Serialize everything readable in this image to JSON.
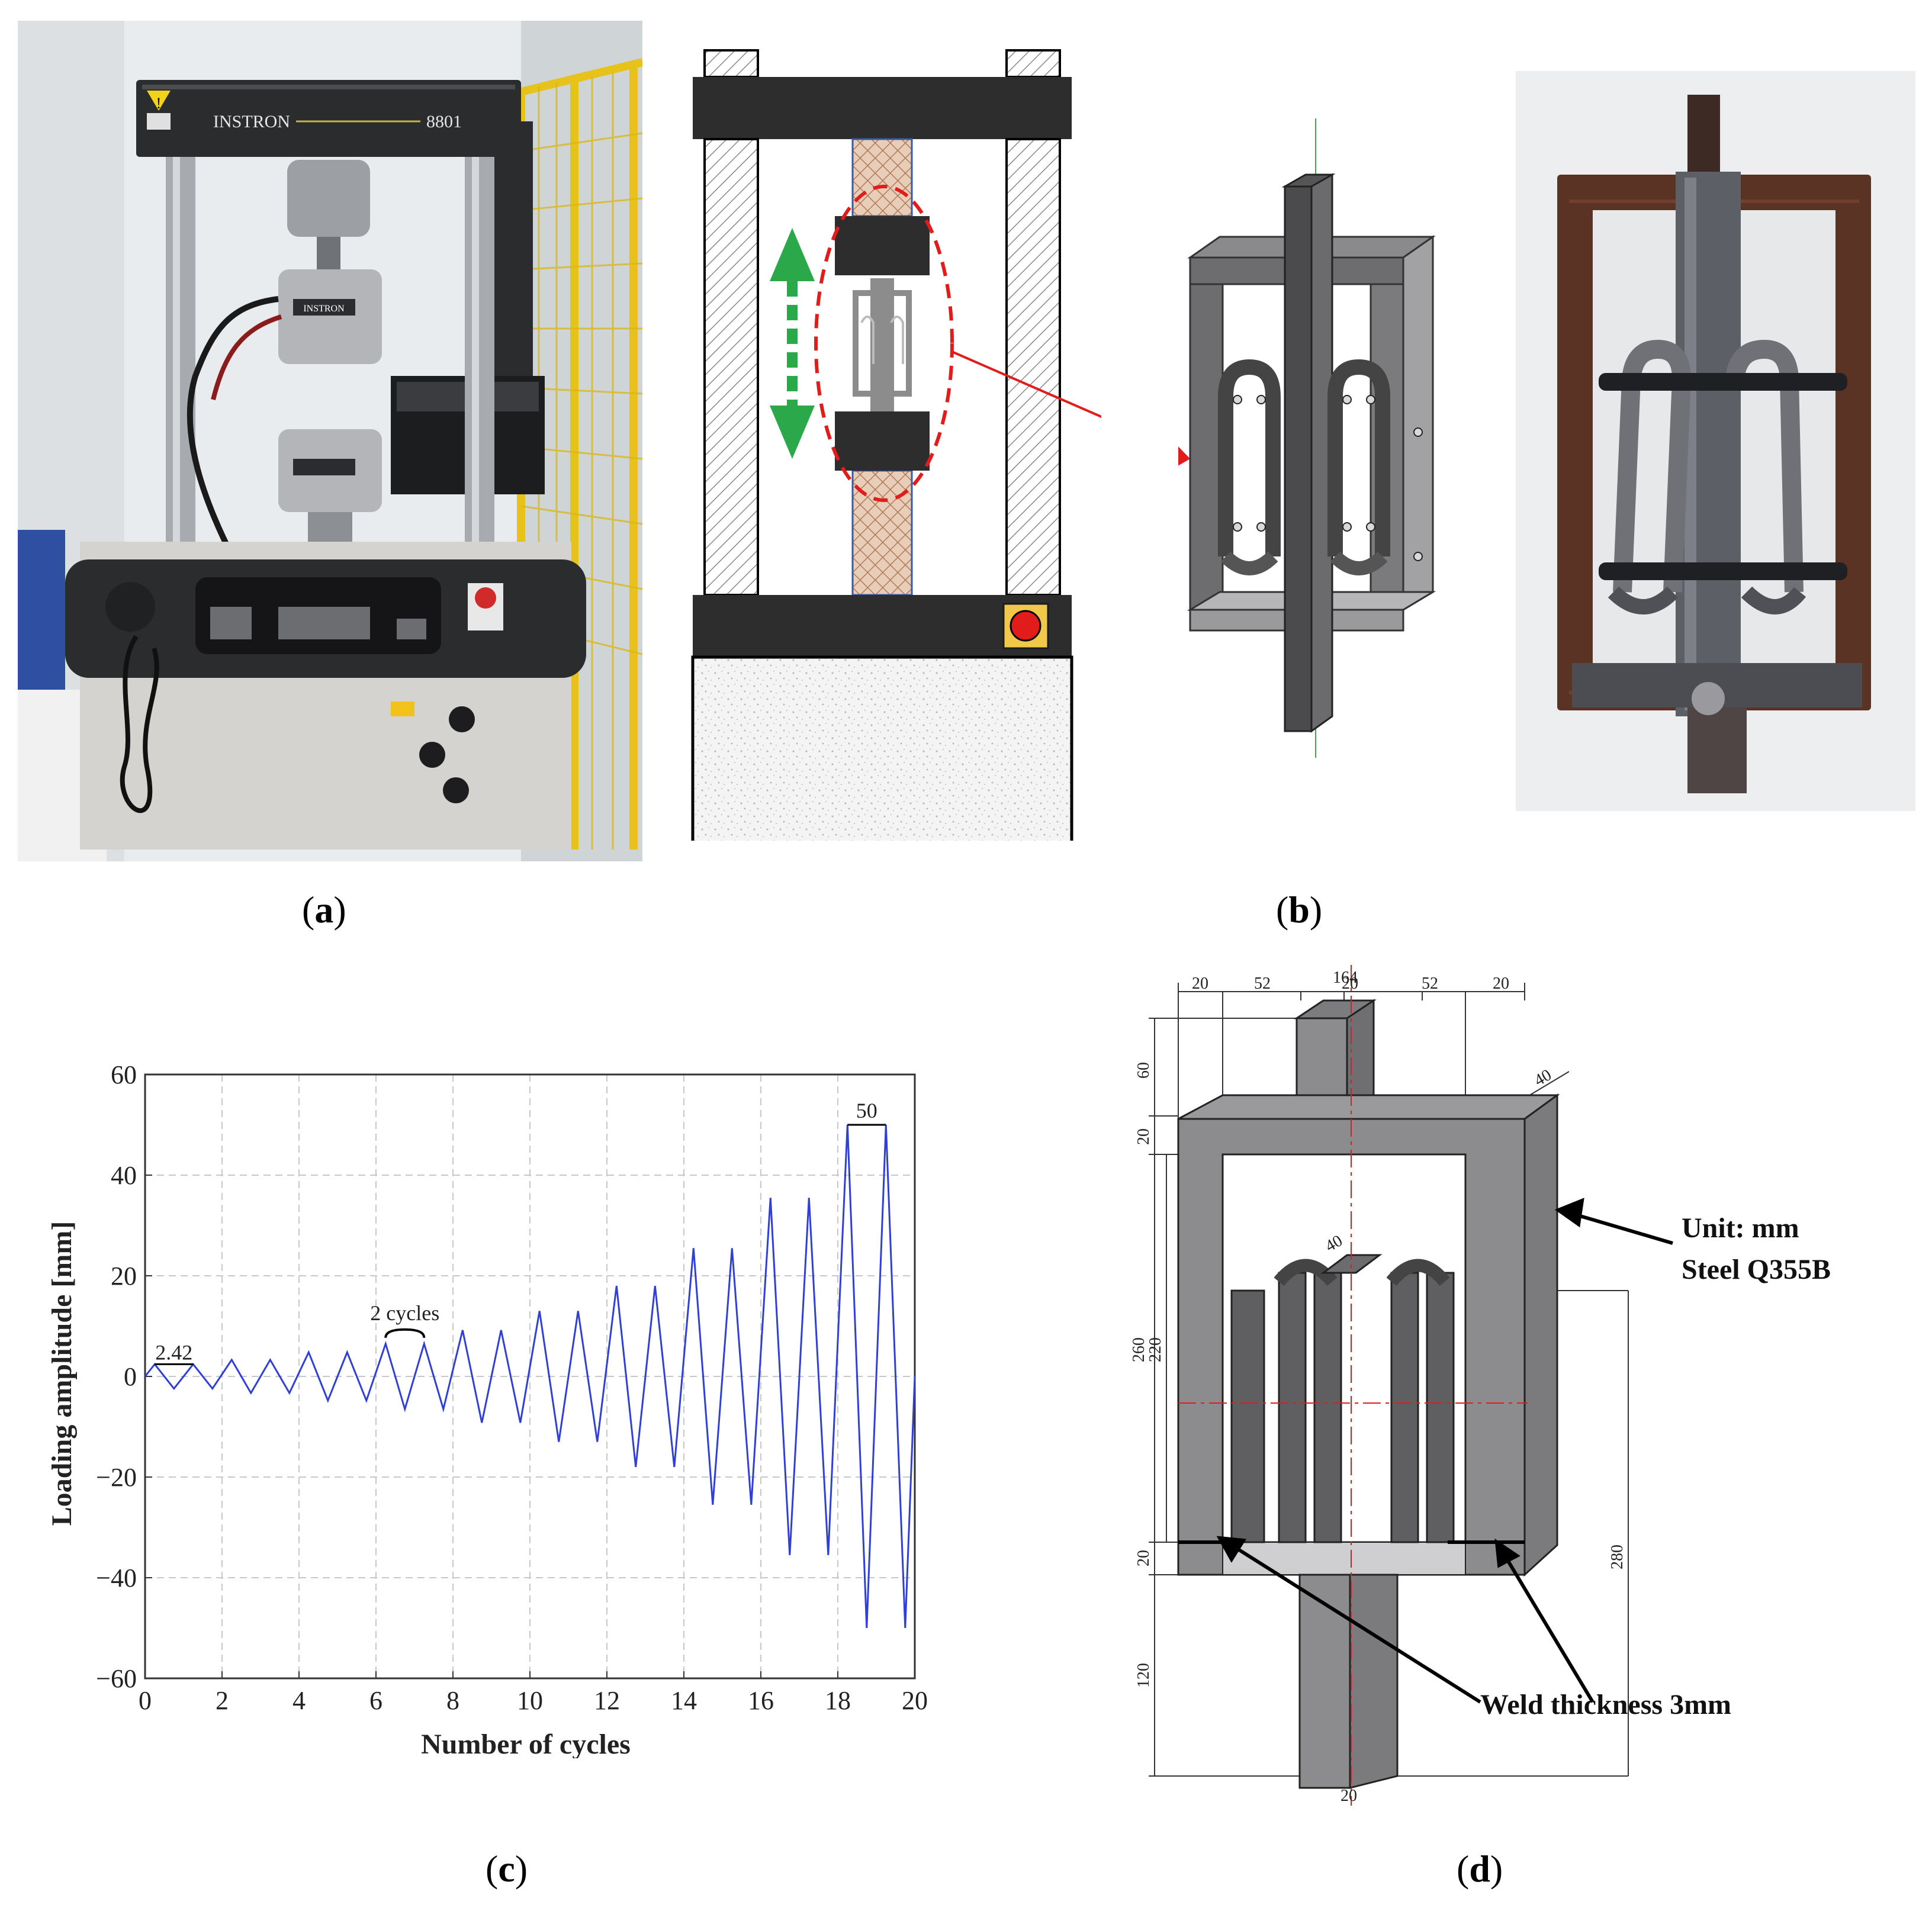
{
  "captions": {
    "a": "a",
    "b": "b",
    "c": "c",
    "d": "d"
  },
  "photo_a": {
    "brand": "INSTRON",
    "model": "8801",
    "badge": "INSTRON"
  },
  "chart_data": {
    "type": "line",
    "xlabel": "Number of cycles",
    "ylabel": "Loading amplitude [mm]",
    "xlim": [
      0,
      20
    ],
    "ylim": [
      -60,
      60
    ],
    "xticks": [
      0,
      2,
      4,
      6,
      8,
      10,
      12,
      14,
      16,
      18,
      20
    ],
    "yticks": [
      -60,
      -40,
      -20,
      0,
      20,
      40,
      60
    ],
    "grid": true,
    "series": [
      {
        "color": "#2f3fd8",
        "x": [
          0,
          0.25,
          0.75,
          1.25,
          1.75,
          2.25,
          2.75,
          3.25,
          3.75,
          4.25,
          4.75,
          5.25,
          5.75,
          6.25,
          6.75,
          7.25,
          7.75,
          8.25,
          8.75,
          9.25,
          9.75,
          10.25,
          10.75,
          11.25,
          11.75,
          12.25,
          12.75,
          13.25,
          13.75,
          14.25,
          14.75,
          15.25,
          15.75,
          16.25,
          16.75,
          17.25,
          17.75,
          18.25,
          18.75,
          19.25,
          19.75,
          20
        ],
        "y": [
          0,
          2.42,
          -2.42,
          2.42,
          -2.42,
          3.3,
          -3.3,
          3.3,
          -3.3,
          4.8,
          -4.8,
          4.8,
          -4.8,
          6.5,
          -6.5,
          6.5,
          -6.5,
          9.2,
          -9.2,
          9.2,
          -9.2,
          13,
          -13,
          13,
          -13,
          18,
          -18,
          18,
          -18,
          25.5,
          -25.5,
          25.5,
          -25.5,
          35.5,
          -35.5,
          35.5,
          -35.5,
          50,
          -50,
          50,
          -50,
          0
        ]
      }
    ],
    "annotations": {
      "first": "2.42",
      "mid": "2 cycles",
      "last": "50"
    }
  },
  "drawing_d": {
    "dims_top": [
      "164",
      "20",
      "52",
      "20",
      "52",
      "20"
    ],
    "dim_60": "60",
    "dim_40_top": "40",
    "dim_20_a": "20",
    "dim_260": "260",
    "dim_220": "220",
    "dim_40_inner": "40",
    "dim_20_b": "20",
    "dim_120": "120",
    "dim_280": "280",
    "dim_20_bottom": "20",
    "unit": "Unit: mm",
    "steel": "Steel Q355B",
    "weld": "Weld thickness 3mm"
  },
  "colors": {
    "steel_grey": "#8c8c8e",
    "dark_grey": "#5a5a5c",
    "rust": "#6b3a24",
    "red_dash": "#e21b1b",
    "green_arrow": "#2aa84a"
  }
}
